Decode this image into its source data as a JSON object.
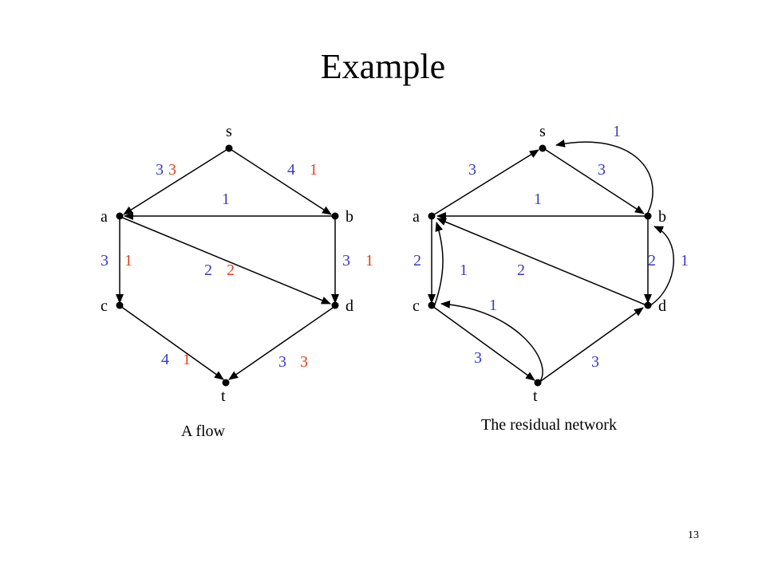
{
  "slide": {
    "title": "Example",
    "page_number": "13"
  },
  "colors": {
    "capacity": "#3a3ac6",
    "flow": "#e0401e",
    "residual": "#3a3ac6",
    "node": "#000000",
    "edge": "#000000"
  },
  "flow_graph": {
    "caption": "A flow",
    "nodes": [
      "s",
      "a",
      "b",
      "c",
      "d",
      "t"
    ],
    "edges": [
      {
        "from": "s",
        "to": "a",
        "capacity": "3",
        "flow": "3"
      },
      {
        "from": "s",
        "to": "b",
        "capacity": "4",
        "flow": "1"
      },
      {
        "from": "b",
        "to": "a",
        "capacity": "1",
        "flow": ""
      },
      {
        "from": "a",
        "to": "c",
        "capacity": "3",
        "flow": "1"
      },
      {
        "from": "a",
        "to": "d",
        "capacity": "2",
        "flow": "2"
      },
      {
        "from": "b",
        "to": "d",
        "capacity": "3",
        "flow": "1"
      },
      {
        "from": "c",
        "to": "t",
        "capacity": "4",
        "flow": "1"
      },
      {
        "from": "d",
        "to": "t",
        "capacity": "3",
        "flow": "3"
      }
    ]
  },
  "residual_graph": {
    "caption": "The residual network",
    "nodes": [
      "s",
      "a",
      "b",
      "c",
      "d",
      "t"
    ],
    "edges": [
      {
        "from": "a",
        "to": "s",
        "value": "3"
      },
      {
        "from": "s",
        "to": "b",
        "value": "3"
      },
      {
        "from": "b",
        "to": "s",
        "value": "1"
      },
      {
        "from": "b",
        "to": "a",
        "value": "1"
      },
      {
        "from": "a",
        "to": "c",
        "value": "2"
      },
      {
        "from": "c",
        "to": "a",
        "value": "1"
      },
      {
        "from": "d",
        "to": "a",
        "value": "2"
      },
      {
        "from": "b",
        "to": "d",
        "value": "2"
      },
      {
        "from": "d",
        "to": "b",
        "value": "1"
      },
      {
        "from": "t",
        "to": "c",
        "value": "1"
      },
      {
        "from": "c",
        "to": "t",
        "value": "3"
      },
      {
        "from": "t",
        "to": "d",
        "value": "3"
      }
    ]
  }
}
